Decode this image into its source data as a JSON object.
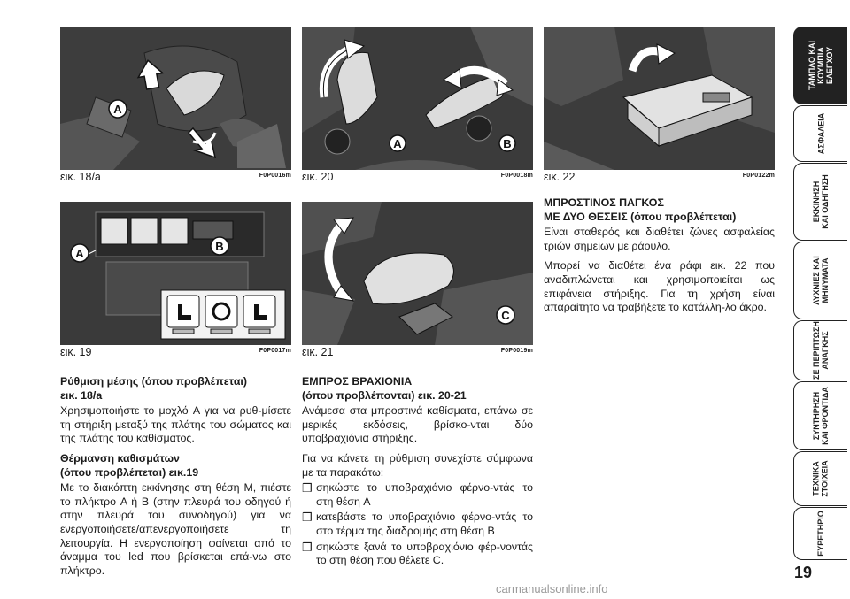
{
  "figures": [
    {
      "id": "fig18a",
      "number": "εικ. 18/a",
      "code": "F0P0016m",
      "letters": [
        "A"
      ]
    },
    {
      "id": "fig20",
      "number": "εικ. 20",
      "code": "F0P0018m",
      "letters": [
        "A",
        "B"
      ]
    },
    {
      "id": "fig22",
      "number": "εικ. 22",
      "code": "F0P0122m",
      "letters": []
    },
    {
      "id": "fig19",
      "number": "εικ. 19",
      "code": "F0P0017m",
      "letters": [
        "A",
        "B"
      ]
    },
    {
      "id": "fig21",
      "number": "εικ. 21",
      "code": "F0P0019m",
      "letters": [
        "C"
      ]
    }
  ],
  "col1": {
    "h1": "Ρύθμιση μέσης (όπου προβλέπεται)",
    "h1b": "εικ. 18/a",
    "p1": "Χρησιμοποιήστε το μοχλό A για να ρυθ-μίσετε τη στήριξη μεταξύ της πλάτης του σώματος και της πλάτης του καθίσματος.",
    "h2": "Θέρμανση καθισμάτων",
    "h2b": "(όπου προβλέπεται) εικ.19",
    "p2": "Με το διακόπτη εκκίνησης στη θέση M, πιέστε το πλήκτρο A ή B (στην πλευρά του οδηγού ή στην πλευρά του συνοδηγού) για να ενεργοποιήσετε/απενεργοποιήσετε τη λειτουργία. Η ενεργοποίηση φαίνεται από το άναμμα του led που βρίσκεται επά-νω στο πλήκτρο."
  },
  "col2": {
    "h1": "ΕΜΠΡΟΣ ΒΡΑΧΙΟΝΙΑ",
    "h1b": "(όπου προβλέπονται) εικ. 20-21",
    "p1": "Ανάμεσα στα μπροστινά καθίσματα, επάνω σε μερικές εκδόσεις, βρίσκο-νται δύο υποβραχιόνια στήριξης.",
    "p2": "Για να κάνετε τη ρύθμιση συνεχίστε σύμφωνα με τα παρακάτω:",
    "bullets": [
      "σηκώστε το υποβραχιόνιο φέρνο-ντάς το στη θέση A",
      "κατεβάστε το υποβραχιόνιο φέρνο-ντάς το στο τέρμα της διαδρομής στη θέση B",
      "σηκώστε ξανά το υποβραχιόνιο φέρ-νοντάς το στη θέση που θέλετε C."
    ],
    "bullet_glyph": "❒"
  },
  "col3": {
    "h1": "ΜΠΡΟΣΤΙΝΟΣ ΠΑΓΚΟΣ",
    "h1b": "ΜΕ ΔΥΟ ΘΕΣΕΙΣ (όπου προβλέπεται)",
    "p1": "Είναι σταθερός και διαθέτει ζώνες ασφαλείας τριών σημείων με ράουλο.",
    "p2": "Μπορεί να διαθέτει ένα ράφι εικ. 22 που αναδιπλώνεται και χρησιμοποιείται ως επιφάνεια στήριξης. Για τη χρήση είναι απαραίτητο να τραβήξετε το κατάλλη-λο άκρο."
  },
  "tabs": [
    {
      "label": "ΤΑΜΠΛΟ ΚΑΙ\nΚΟΥΜΠΙΑ\nΕΛΕΓΧΟΥ",
      "active": true
    },
    {
      "label": "ΑΣΦΑΛΕΙΑ",
      "active": false
    },
    {
      "label": "ΕΚΚΙΝΗΣΗ\nΚΑΙ ΟΔΗΓΗΣΗ",
      "active": false
    },
    {
      "label": "ΛΥΧΝΙΕΣ ΚΑΙ\nΜΗΝΥΜΑΤΑ",
      "active": false
    },
    {
      "label": "ΣΕ ΠΕΡΙΠΤΩΣΗ\nΑΝΑΓΚΗΣ",
      "active": false
    },
    {
      "label": "ΣΥΝΤΗΡΗΣΗ\nΚΑΙ ΦΡΟΝΤΙΔΑ",
      "active": false
    },
    {
      "label": "ΤΕΧΝΙΚΑ\nΣΤΟΙΧΕΙΑ",
      "active": false
    },
    {
      "label": "ΕΥΡΕΤΗΡΙΟ",
      "active": false
    }
  ],
  "page_number": "19",
  "watermark": "carmanualsonline.info"
}
